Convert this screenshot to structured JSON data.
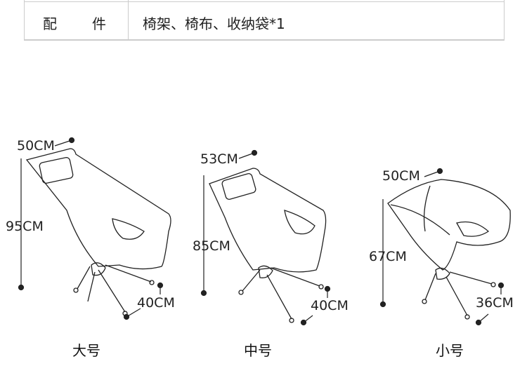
{
  "table": {
    "label_chars": [
      "配",
      "件"
    ],
    "value": "椅架、椅布、收纳袋*1"
  },
  "chairs": [
    {
      "name": "大号",
      "width": "50CM",
      "height": "95CM",
      "depth": "40CM"
    },
    {
      "name": "中号",
      "width": "53CM",
      "height": "85CM",
      "depth": "40CM"
    },
    {
      "name": "小号",
      "width": "50CM",
      "height": "67CM",
      "depth": "36CM"
    }
  ]
}
